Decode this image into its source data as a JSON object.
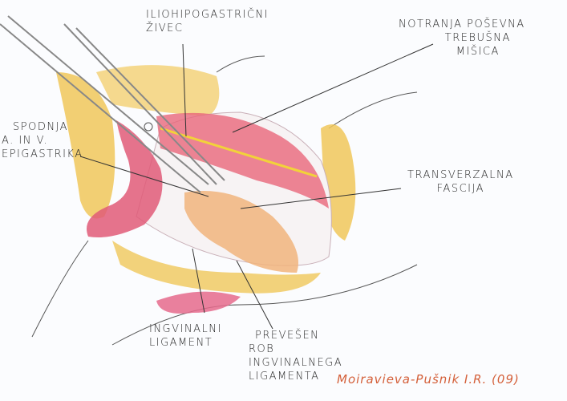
{
  "labels": {
    "nerve": [
      "ILIOHIPOGASTRIČNI",
      "ŽIVEC"
    ],
    "muscle": [
      "NOTRANJA POŠEVNA",
      "TREBUŠNA",
      "MIŠICA"
    ],
    "vessels": [
      "SPODNJA",
      "A. IN V.",
      "EPIGASTRIKA"
    ],
    "fascia": [
      "TRANSVERZALNA",
      "FASCIJA"
    ],
    "ligament": [
      "INGVINALNI",
      "LIGAMENT"
    ],
    "folded_edge": [
      "PREVEŠEN",
      "ROB",
      "INGVINALNEGA",
      "LIGAMENTA"
    ]
  },
  "signature": "Moiravieva-Pušnik I.R. (09)",
  "colors": {
    "fat": "#f0c75a",
    "muscle": "#e8667a",
    "fascia": "#f2d9c4",
    "ink": "#2a2a2a",
    "signature": "#d4603a"
  }
}
